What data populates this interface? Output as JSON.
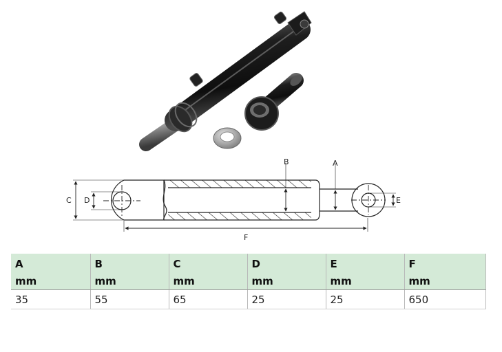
{
  "drawing": {
    "labels": {
      "a": "A",
      "b": "B",
      "c": "C",
      "d": "D",
      "e": "E",
      "f": "F"
    }
  },
  "table": {
    "columns": [
      {
        "name": "A",
        "unit": "mm",
        "value": "35"
      },
      {
        "name": "B",
        "unit": "mm",
        "value": "55"
      },
      {
        "name": "C",
        "unit": "mm",
        "value": "65"
      },
      {
        "name": "D",
        "unit": "mm",
        "value": "25"
      },
      {
        "name": "E",
        "unit": "mm",
        "value": "25"
      },
      {
        "name": "F",
        "unit": "mm",
        "value": "650"
      }
    ]
  },
  "colors": {
    "header_bg": "#d4ead7",
    "cylinder": "#1e1e1e"
  }
}
